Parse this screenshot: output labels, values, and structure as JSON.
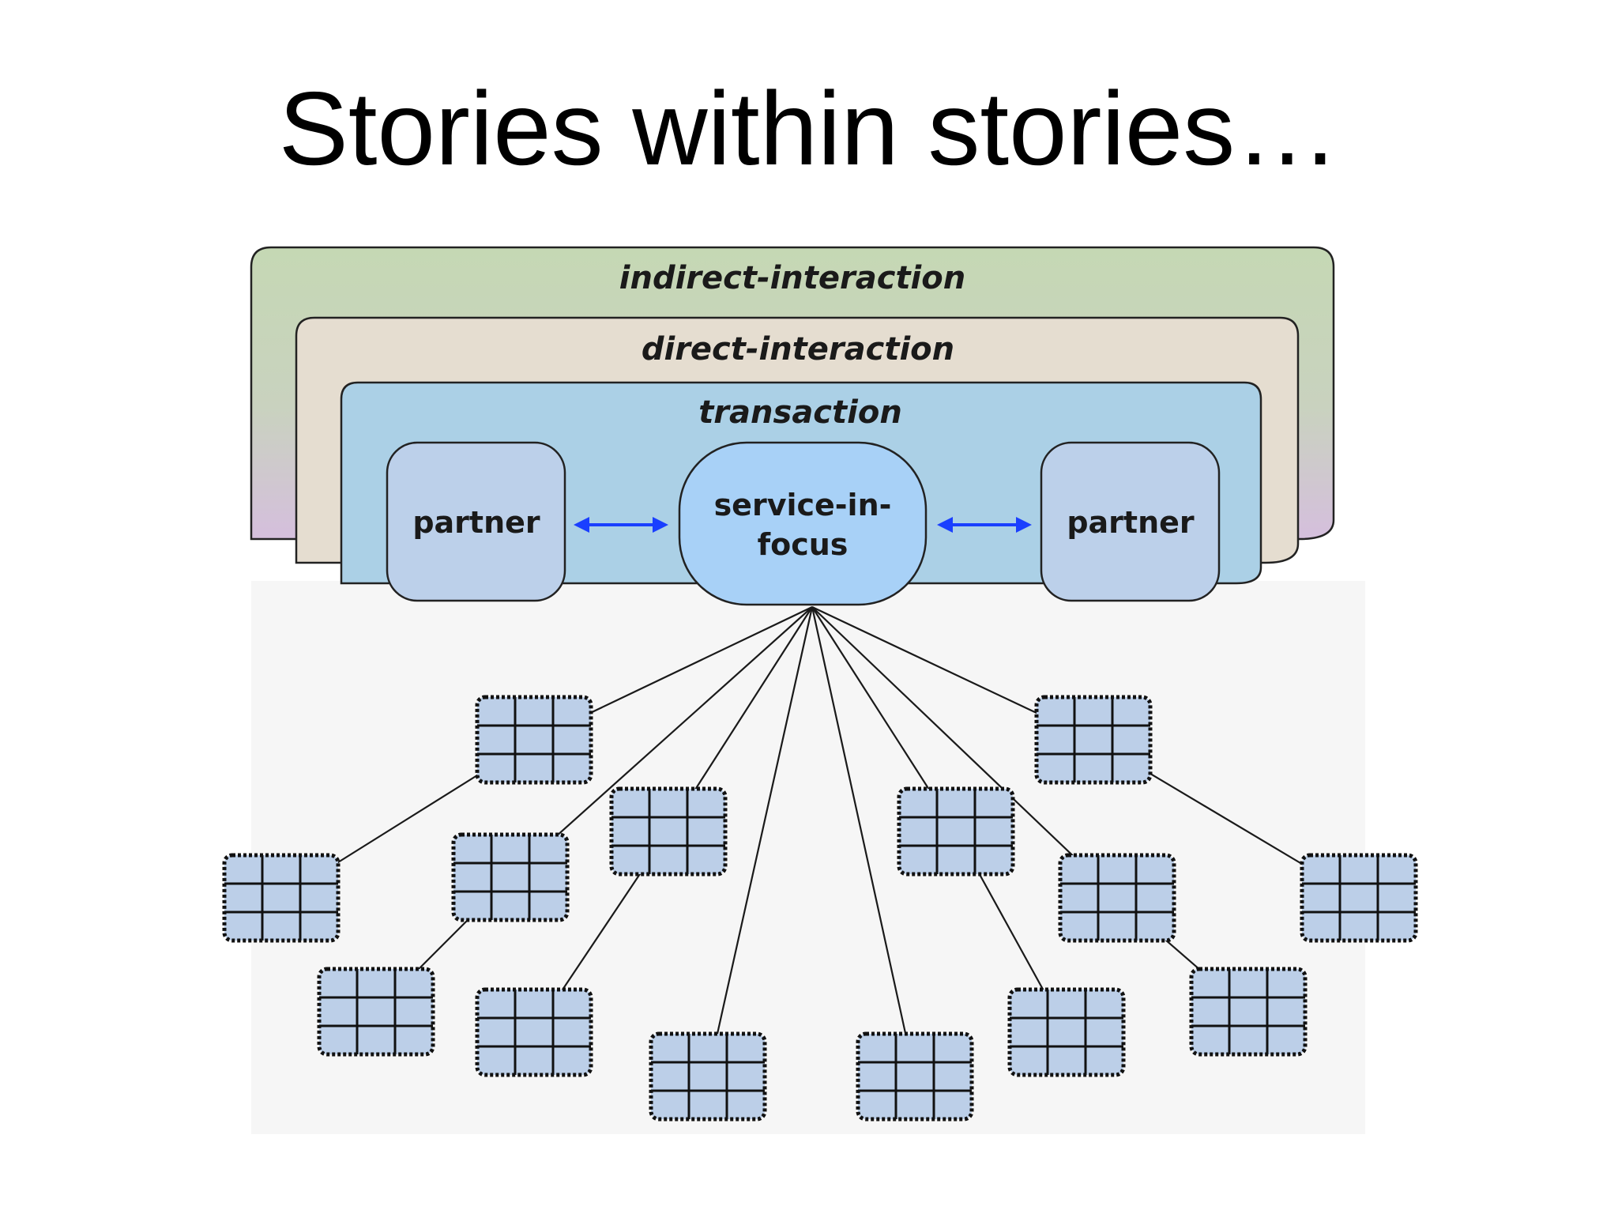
{
  "slide": {
    "title": "Stories within stories…"
  },
  "diagram": {
    "layers": {
      "outer": "indirect-interaction",
      "middle": "direct-interaction",
      "inner": "transaction"
    },
    "partner_left": "partner",
    "service": [
      "service-in-",
      "focus"
    ],
    "partner_right": "partner"
  },
  "colors": {
    "outer_top": "#c5d8b4",
    "outer_bottom": "#d5bfdd",
    "middle_fill": "#e5ddd0",
    "inner_fill": "#abd0e6",
    "partner_fill": "#bcd0ea",
    "service_fill": "#a8d1f7",
    "arrow": "#1a3fff",
    "grid_fill": "#bccfe8"
  }
}
